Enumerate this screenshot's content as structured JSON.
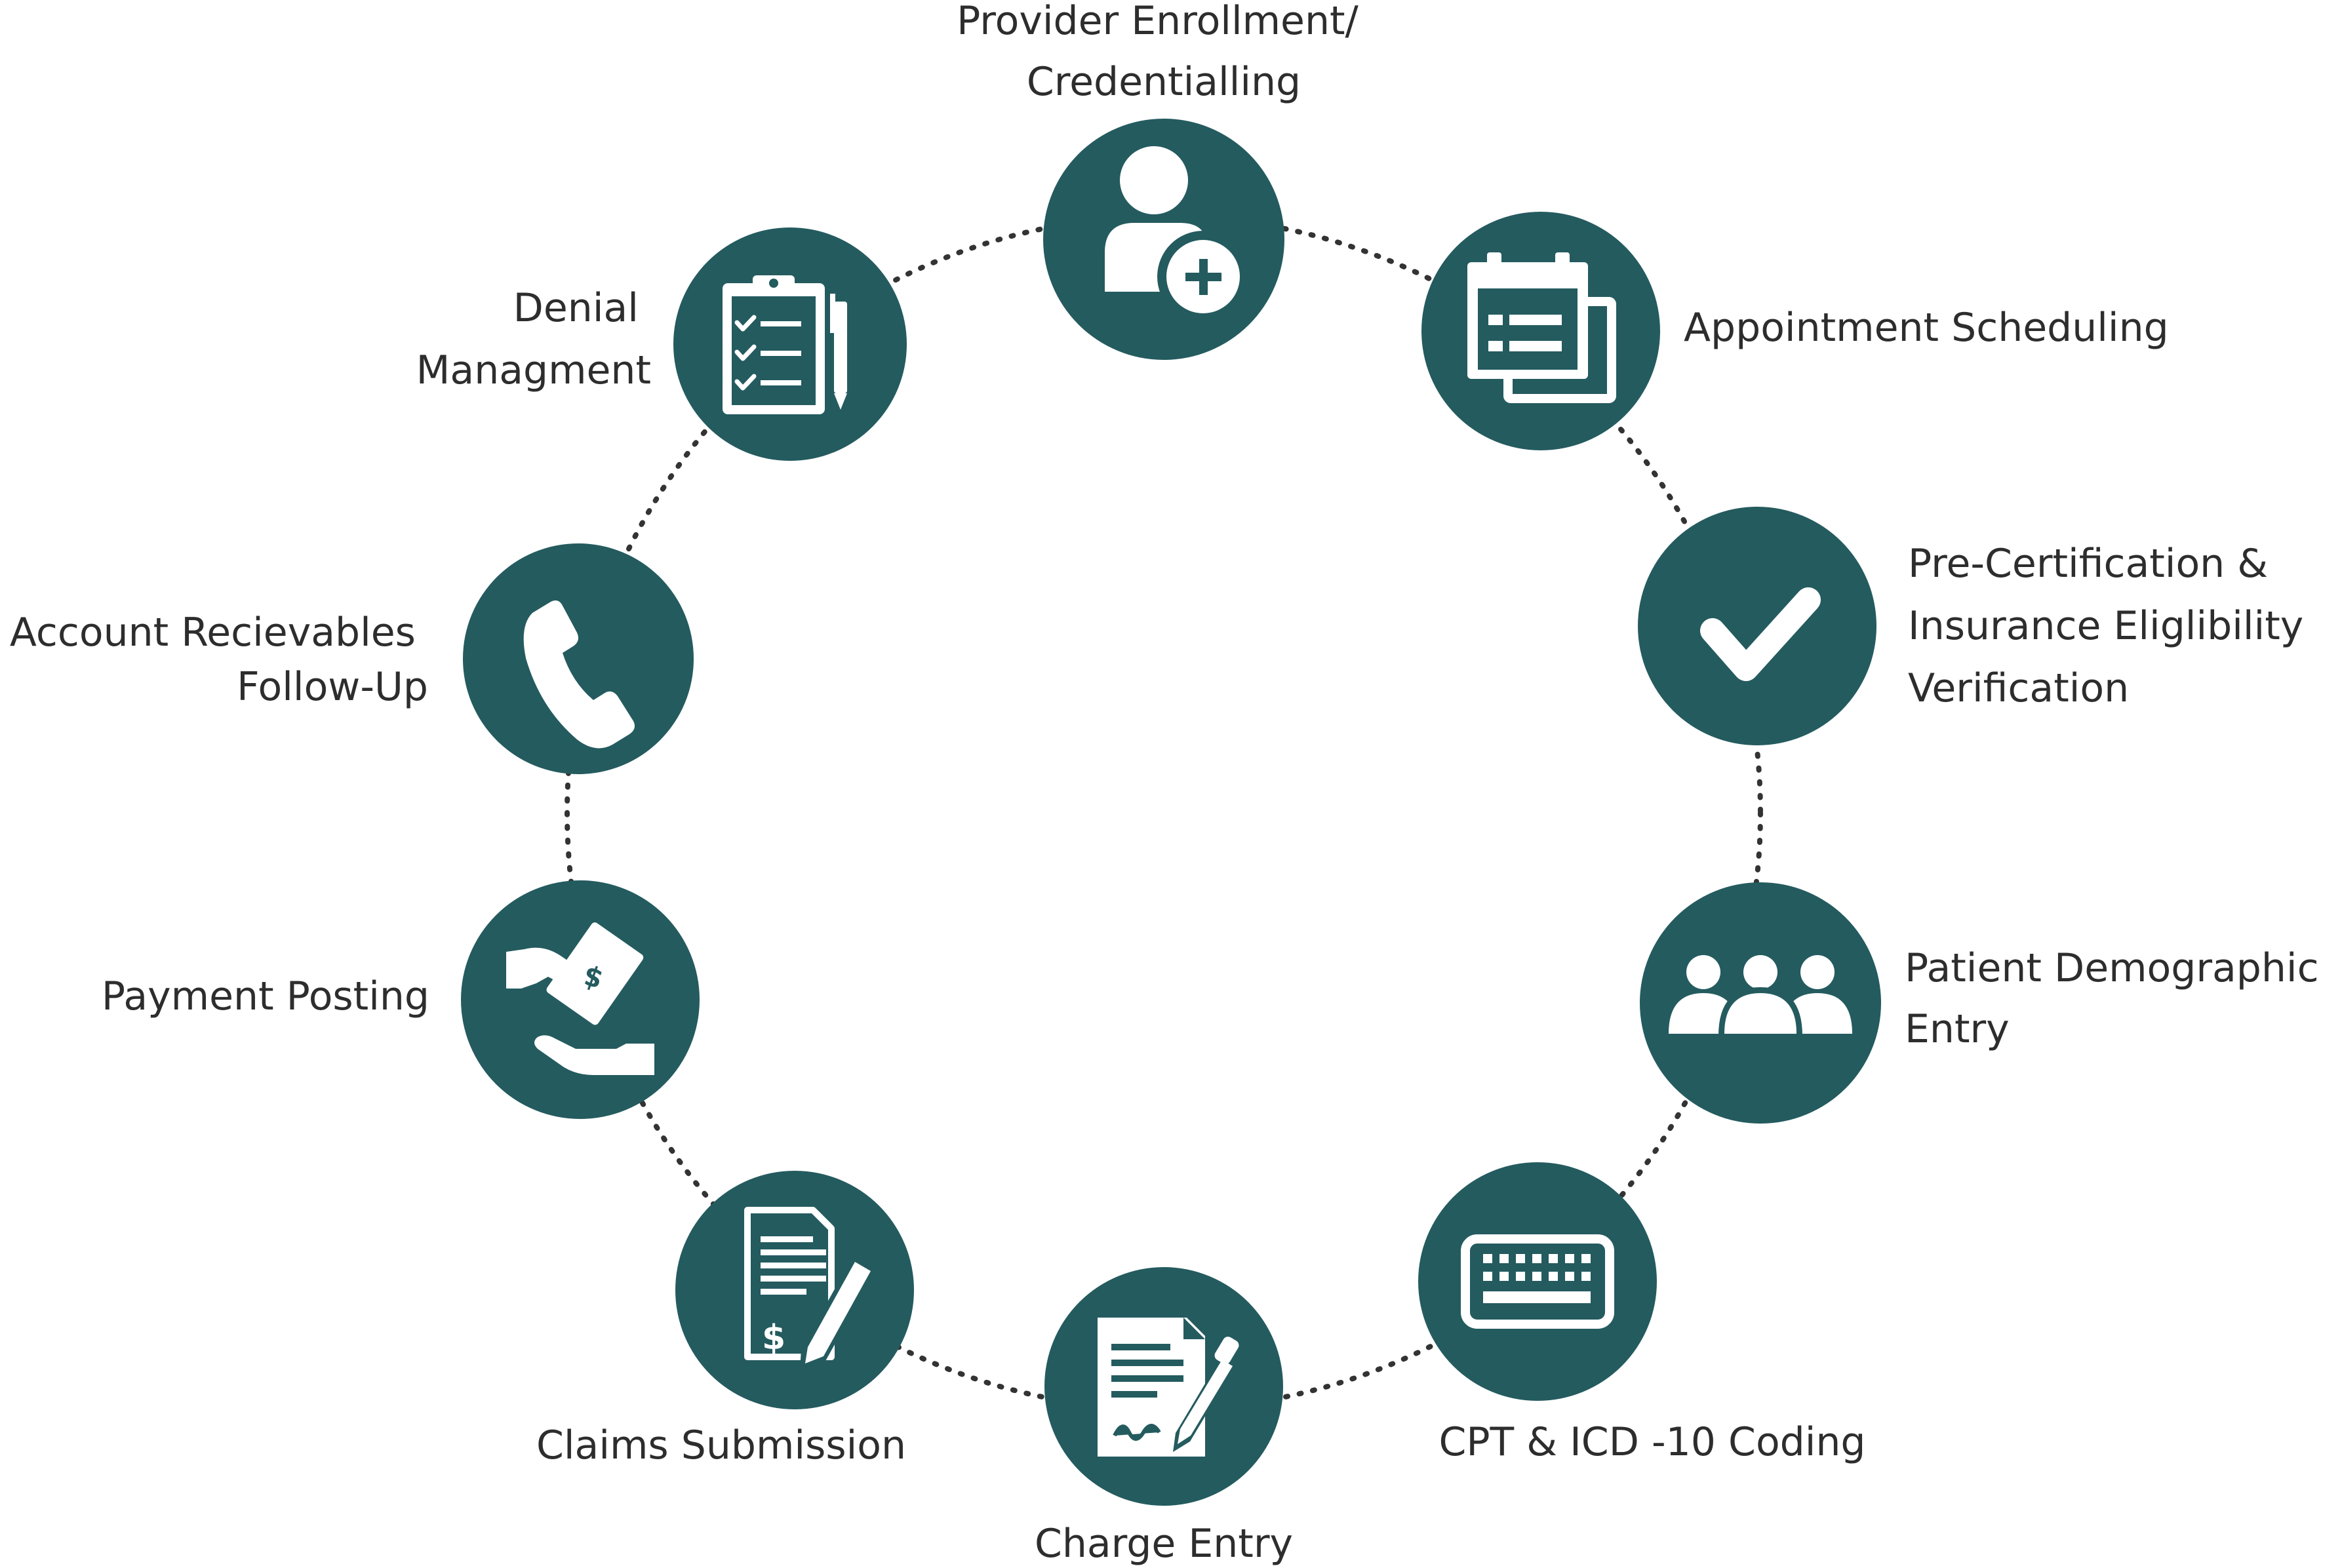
{
  "diagram": {
    "accent_color": "#245b5f",
    "connector_style": "dotted",
    "steps": [
      {
        "icon": "user-add-icon",
        "lines": [
          "Provider Enrollment/",
          "Credentialling"
        ]
      },
      {
        "icon": "calendar-icon",
        "lines": [
          "Appointment Scheduling"
        ]
      },
      {
        "icon": "checkmark-icon",
        "lines": [
          "Pre-Certification &",
          "Insurance Eliglibility",
          "Verification"
        ]
      },
      {
        "icon": "group-icon",
        "lines": [
          "Patient Demographic",
          "Entry"
        ]
      },
      {
        "icon": "keyboard-icon",
        "lines": [
          "CPT & ICD -10 Coding"
        ]
      },
      {
        "icon": "signed-document-icon",
        "lines": [
          "Charge Entry"
        ]
      },
      {
        "icon": "invoice-pencil-icon",
        "lines": [
          "Claims Submission"
        ]
      },
      {
        "icon": "cash-hand-icon",
        "lines": [
          "Payment Posting"
        ]
      },
      {
        "icon": "phone-icon",
        "lines": [
          "Account Recievables",
          "Follow-Up"
        ]
      },
      {
        "icon": "checklist-clipboard-icon",
        "lines": [
          "Denial",
          "Managment"
        ]
      }
    ]
  }
}
